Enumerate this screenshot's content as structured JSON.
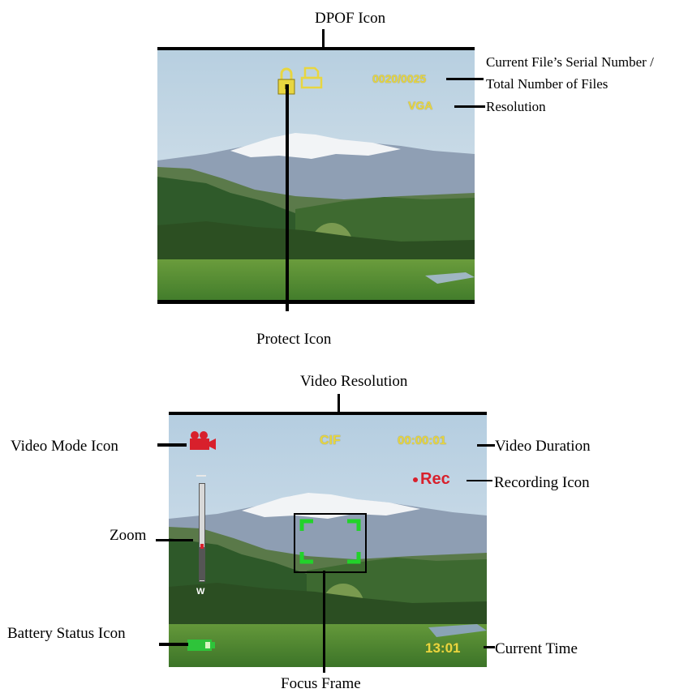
{
  "labels": {
    "dpof_icon": "DPOF Icon",
    "serial_number_line1": "Current File’s Serial Number /",
    "serial_number_line2": "Total Number of Files",
    "resolution": "Resolution",
    "protect_icon": "Protect Icon",
    "video_resolution": "Video Resolution",
    "video_mode_icon": "Video Mode Icon",
    "video_duration": "Video Duration",
    "recording_icon": "Recording Icon",
    "zoom": "Zoom",
    "battery_status_icon": "Battery Status Icon",
    "current_time": "Current Time",
    "focus_frame": "Focus Frame"
  },
  "playback_screen": {
    "file_counter": "0020/0025",
    "resolution": "VGA",
    "icons": [
      "protect-lock-icon",
      "dpof-print-icon"
    ]
  },
  "video_screen": {
    "video_resolution": "CIF",
    "duration": "00:00:01",
    "recording": "Rec",
    "zoom_wide_label": "W",
    "zoom_level": 0.35,
    "time": "13:01",
    "icons": [
      "video-camera-icon",
      "battery-icon",
      "focus-frame-icon"
    ]
  },
  "colors": {
    "osd_yellow": "#e8d640",
    "osd_red": "#d8202c",
    "focus_green": "#22d22a",
    "battery_green": "#2ec43a"
  }
}
